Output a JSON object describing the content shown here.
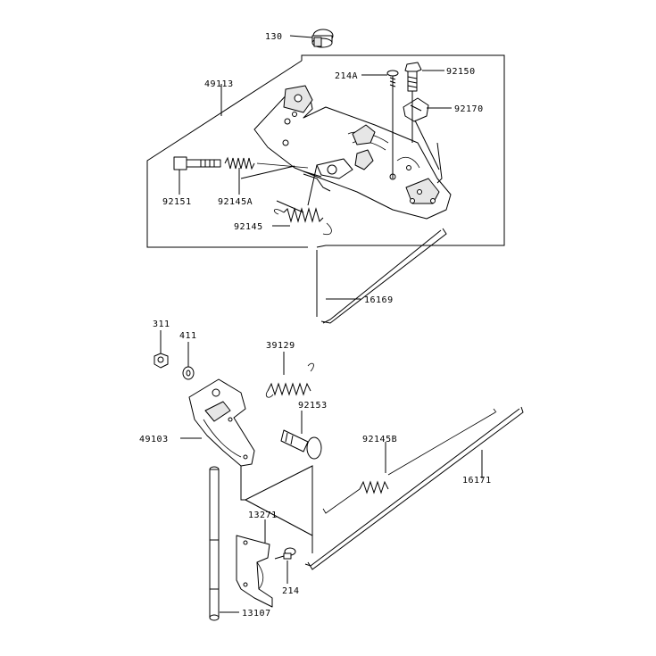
{
  "diagram": {
    "part_labels": {
      "p130": "130",
      "p214A": "214A",
      "p92150": "92150",
      "p49113": "49113",
      "p92170": "92170",
      "p92151": "92151",
      "p92145A": "92145A",
      "p92145": "92145",
      "p16169": "16169",
      "p311": "311",
      "p411": "411",
      "p39129": "39129",
      "p92153": "92153",
      "p49103": "49103",
      "p92145B": "92145B",
      "p16171": "16171",
      "p13271": "13271",
      "p214": "214",
      "p13107": "13107"
    }
  }
}
